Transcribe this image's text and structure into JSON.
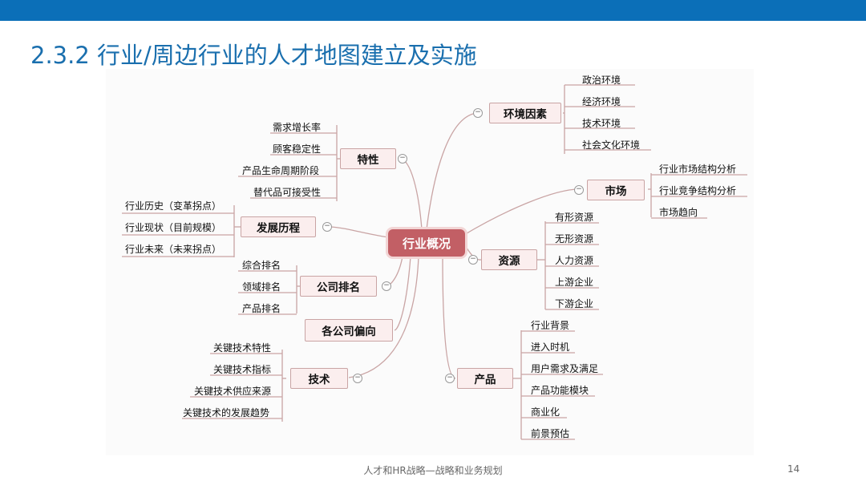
{
  "slide": {
    "title": "2.3.2 行业/周边行业的人才地图建立及实施",
    "footer": "人才和HR战略—战略和业务规划",
    "page_number": "14"
  },
  "mindmap": {
    "center": "行业概况",
    "branches": [
      {
        "label": "环境因素",
        "children": [
          "政治环境",
          "经济环境",
          "技术环境",
          "社会文化环境"
        ]
      },
      {
        "label": "市场",
        "children": [
          "行业市场结构分析",
          "行业竞争结构分析",
          "市场趋向"
        ]
      },
      {
        "label": "资源",
        "children": [
          "有形资源",
          "无形资源",
          "人力资源",
          "上游企业",
          "下游企业"
        ]
      },
      {
        "label": "产品",
        "children": [
          "行业背景",
          "进入时机",
          "用户需求及满足",
          "产品功能模块",
          "商业化",
          "前景预估"
        ]
      },
      {
        "label": "特性",
        "children": [
          "需求增长率",
          "顾客稳定性",
          "产品生命周期阶段",
          "替代品可接受性"
        ]
      },
      {
        "label": "发展历程",
        "children": [
          "行业历史（变革拐点）",
          "行业现状（目前规模）",
          "行业未来（未来拐点）"
        ]
      },
      {
        "label": "公司排名",
        "children": [
          "综合排名",
          "领域排名",
          "产品排名"
        ]
      },
      {
        "label": "各公司偏向",
        "children": []
      },
      {
        "label": "技术",
        "children": [
          "关键技术特性",
          "关键技术指标",
          "关键技术供应来源",
          "关键技术的发展趋势"
        ]
      }
    ]
  }
}
